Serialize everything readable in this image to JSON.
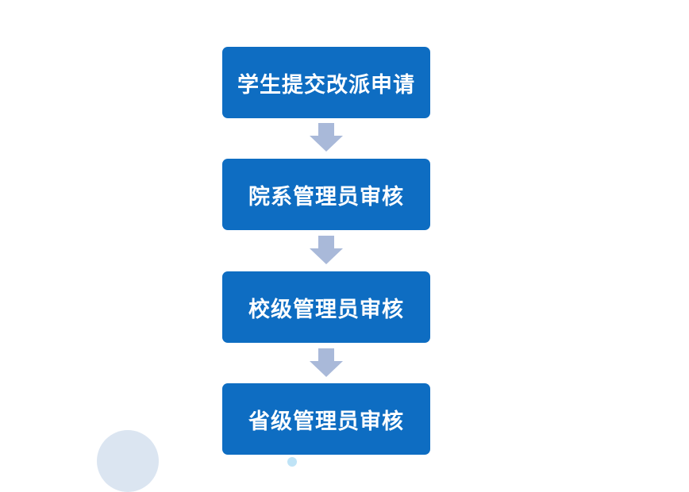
{
  "flowchart": {
    "steps": [
      {
        "label": "学生提交改派申请"
      },
      {
        "label": "院系管理员审核"
      },
      {
        "label": "校级管理员审核"
      },
      {
        "label": "省级管理员审核"
      }
    ]
  },
  "colors": {
    "step_fill": "#0e6dc2",
    "step_text": "#ffffff",
    "arrow_fill": "#a9b9d9",
    "decor_large": "#dbe5f1",
    "decor_small": "#bfe3f6"
  }
}
